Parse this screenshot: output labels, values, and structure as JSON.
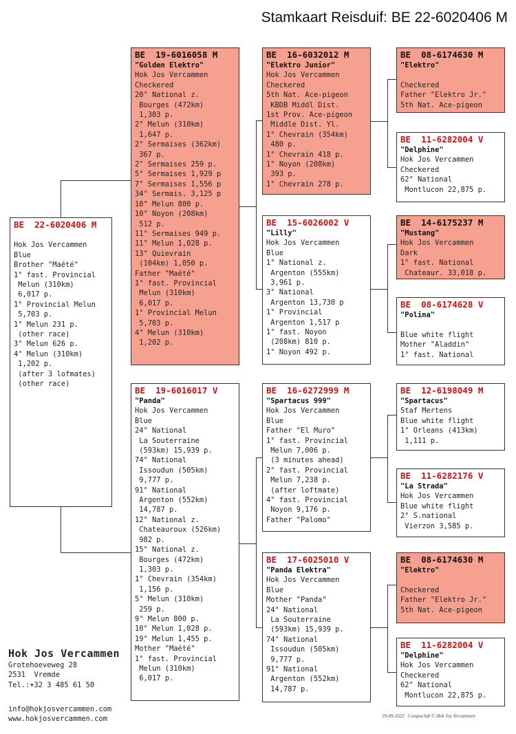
{
  "title": "Stamkaart Reisduif: BE  22-6020406 M",
  "subject": {
    "ring": "BE  22-6020406 M",
    "lines": [
      "",
      "Hok Jos Vercammen",
      "Blue",
      "Brother \"Maété\"",
      "1° fast. Provincial",
      " Melun (310km)",
      " 6,017 p.",
      "1° Provincial Melun",
      " 5,703 p.",
      "1° Melun 231 p.",
      " (other race)",
      "3° Melun 626 p.",
      "4° Melun (310km)",
      " 1,202 p.",
      " (after 3 lofmates)",
      " (other race)"
    ]
  },
  "father": {
    "ring": "BE  19-6016058 M",
    "name": "\"Golden Elektro\"",
    "lines": [
      "Hok Jos Vercammen",
      "Checkered",
      "20° National z.",
      " Bourges (472km)",
      " 1,303 p.",
      "2° Melun (310km)",
      " 1,647 p.",
      "2° Sermaises (362km)",
      " 367 p.",
      "2° Sermaises 259 p.",
      "5° Sermaises 1,929 p",
      "7° Sermaises 1,556 p",
      "34° Sermais. 3,125 p",
      "10° Melun 800 p.",
      "10° Noyon (208km)",
      " 512 p.",
      "11° Sermaises 949 p.",
      "11° Melun 1,028 p.",
      "13° Quievrain",
      " (104km) 1,050 p.",
      "Father \"Maété\"",
      "1° fast. Provincial",
      " Melun (310km)",
      " 6,017 p.",
      "1° Provincial Melun",
      " 5,703 p.",
      "4° Melun (310km)",
      " 1,202 p."
    ]
  },
  "mother": {
    "ring": "BE  19-6016017 V",
    "name": "\"Panda\"",
    "lines": [
      "Hok Jos Vercammen",
      "Blue",
      "24° National",
      " La Souterraine",
      " (593km) 15,939 p.",
      "74° National",
      " Issoudun (505km)",
      " 9,777 p.",
      "91° National",
      " Argenton (552km)",
      " 14,787 p.",
      "12° National z.",
      " Chateauroux (526km)",
      " 982 p.",
      "15° National z.",
      " Bourges (472km)",
      " 1,303 p.",
      "1° Chevrain (354km)",
      " 1,156 p.",
      "5° Melun (310km)",
      " 259 p.",
      "9° Melun 800 p.",
      "10° Melun 1,028 p.",
      "19° Melun 1,455 p.",
      "Mother \"Maété\"",
      "1° fast. Provincial",
      " Melun (310km)",
      " 6,017 p."
    ]
  },
  "ff": {
    "ring": "BE  16-6032012 M",
    "name": "\"Elektro Junior\"",
    "lines": [
      "Hok Jos Vercammen",
      "Checkered",
      "5th Nat. Ace-pigeon",
      " KBDB Middl Dist.",
      "1st Prov. Ace-pigeon",
      " Middle Dist. Yl.",
      "1° Chevrain (354km)",
      " 480 p.",
      "1° Chevrain 418 p.",
      "1° Noyon (208km)",
      " 393 p.",
      "1° Chevrain 278 p."
    ]
  },
  "fm": {
    "ring": "BE  15-6026002 V",
    "name": "\"Lilly\"",
    "lines": [
      "Hok Jos Vercammen",
      "Blue",
      "1° National z.",
      " Argenton (555km)",
      " 3,961 p.",
      "3° National",
      " Argenton 13,730 p",
      "1° Provincial",
      " Argenton 1,517 p",
      "1° fast. Noyon",
      " (208km) 810 p.",
      "1° Noyon 492 p."
    ]
  },
  "mf": {
    "ring": "BE  16-6272999 M",
    "name": "\"Spartacus 999\"",
    "lines": [
      "Hok Jos Vercammen",
      "Blue",
      "Father \"El Muro\"",
      "1° fast. Provincial",
      " Melun 7,006 p.",
      " (3 minutes ahead)",
      "2° fast. Provincial",
      " Melun 7,238 p.",
      " (after loftmate)",
      "4° fast. Provincial",
      " Noyon 9,176 p.",
      "Father \"Palomo\""
    ]
  },
  "mm": {
    "ring": "BE  17-6025010 V",
    "name": "\"Panda Elektra\"",
    "lines": [
      "Hok Jos Vercammen",
      "Blue",
      "Mother \"Panda\"",
      "24° National",
      " La Souterraine",
      " (593km) 15,939 p.",
      "74° National",
      " Issoudun (505km)",
      " 9,777 p.",
      "91° National",
      " Argenton (552km)",
      " 14,787 p."
    ]
  },
  "fff": {
    "ring": "BE  08-6174630 M",
    "name": "\"Elektro\"",
    "lines": [
      "",
      "Checkered",
      "Father \"Elektro Jr.\"",
      "5th Nat. Ace-pigeon"
    ]
  },
  "ffm": {
    "ring": "BE  11-6282004 V",
    "name": "\"Delphine\"",
    "lines": [
      "Hok Jos Vercammen",
      "Checkered",
      "62° National",
      " Montlucon 22,875 p."
    ]
  },
  "fmf": {
    "ring": "BE  14-6175237 M",
    "name": "\"Mustang\"",
    "lines": [
      "Hok Jos Vercammen",
      "Dark",
      "1° fast. National",
      " Chateaur. 33,018 p."
    ]
  },
  "fmm": {
    "ring": "BE  08-6174628 V",
    "name": "\"Polina\"",
    "lines": [
      "",
      "Blue white flight",
      "Mother \"Aladdin\"",
      "1° fast. National"
    ]
  },
  "mff": {
    "ring": "BE  12-6198049 M",
    "name": "\"Spartacus\"",
    "lines": [
      "Staf Mertens",
      "Blue white flight",
      "1° Orleans (413km)",
      " 1,111 p."
    ]
  },
  "mfm": {
    "ring": "BE  11-6282176 V",
    "name": "\"La Strada\"",
    "lines": [
      "Hok Jos Vercammen",
      "Blue white flight",
      "2° S.national",
      " Vierzon 3,585 p."
    ]
  },
  "mmf": {
    "ring": "BE  08-6174630 M",
    "name": "\"Elektro\"",
    "lines": [
      "",
      "Checkered",
      "Father \"Elektro Jr.\"",
      "5th Nat. Ace-pigeon"
    ]
  },
  "mmm": {
    "ring": "BE  11-6282004 V",
    "name": "\"Delphine\"",
    "lines": [
      "Hok Jos Vercammen",
      "Checkered",
      "62° National",
      " Montlucon 22,875 p."
    ]
  },
  "owner": {
    "name": "Hok Jos Vercammen",
    "street": "Grotehoeveweg 28",
    "city": "2531  Vremde",
    "phone": "Tel.:+32 3 485 61 50",
    "email": "info@hokjosvercammen.com",
    "website": "www.hokjosvercammen.com"
  },
  "footer": "19-09-2022   Compuclub © Hok Jos Vercammen",
  "colors": {
    "male_card_bg": "#f6a090",
    "female_ring": "#d01010",
    "male_ring": "#111111"
  }
}
